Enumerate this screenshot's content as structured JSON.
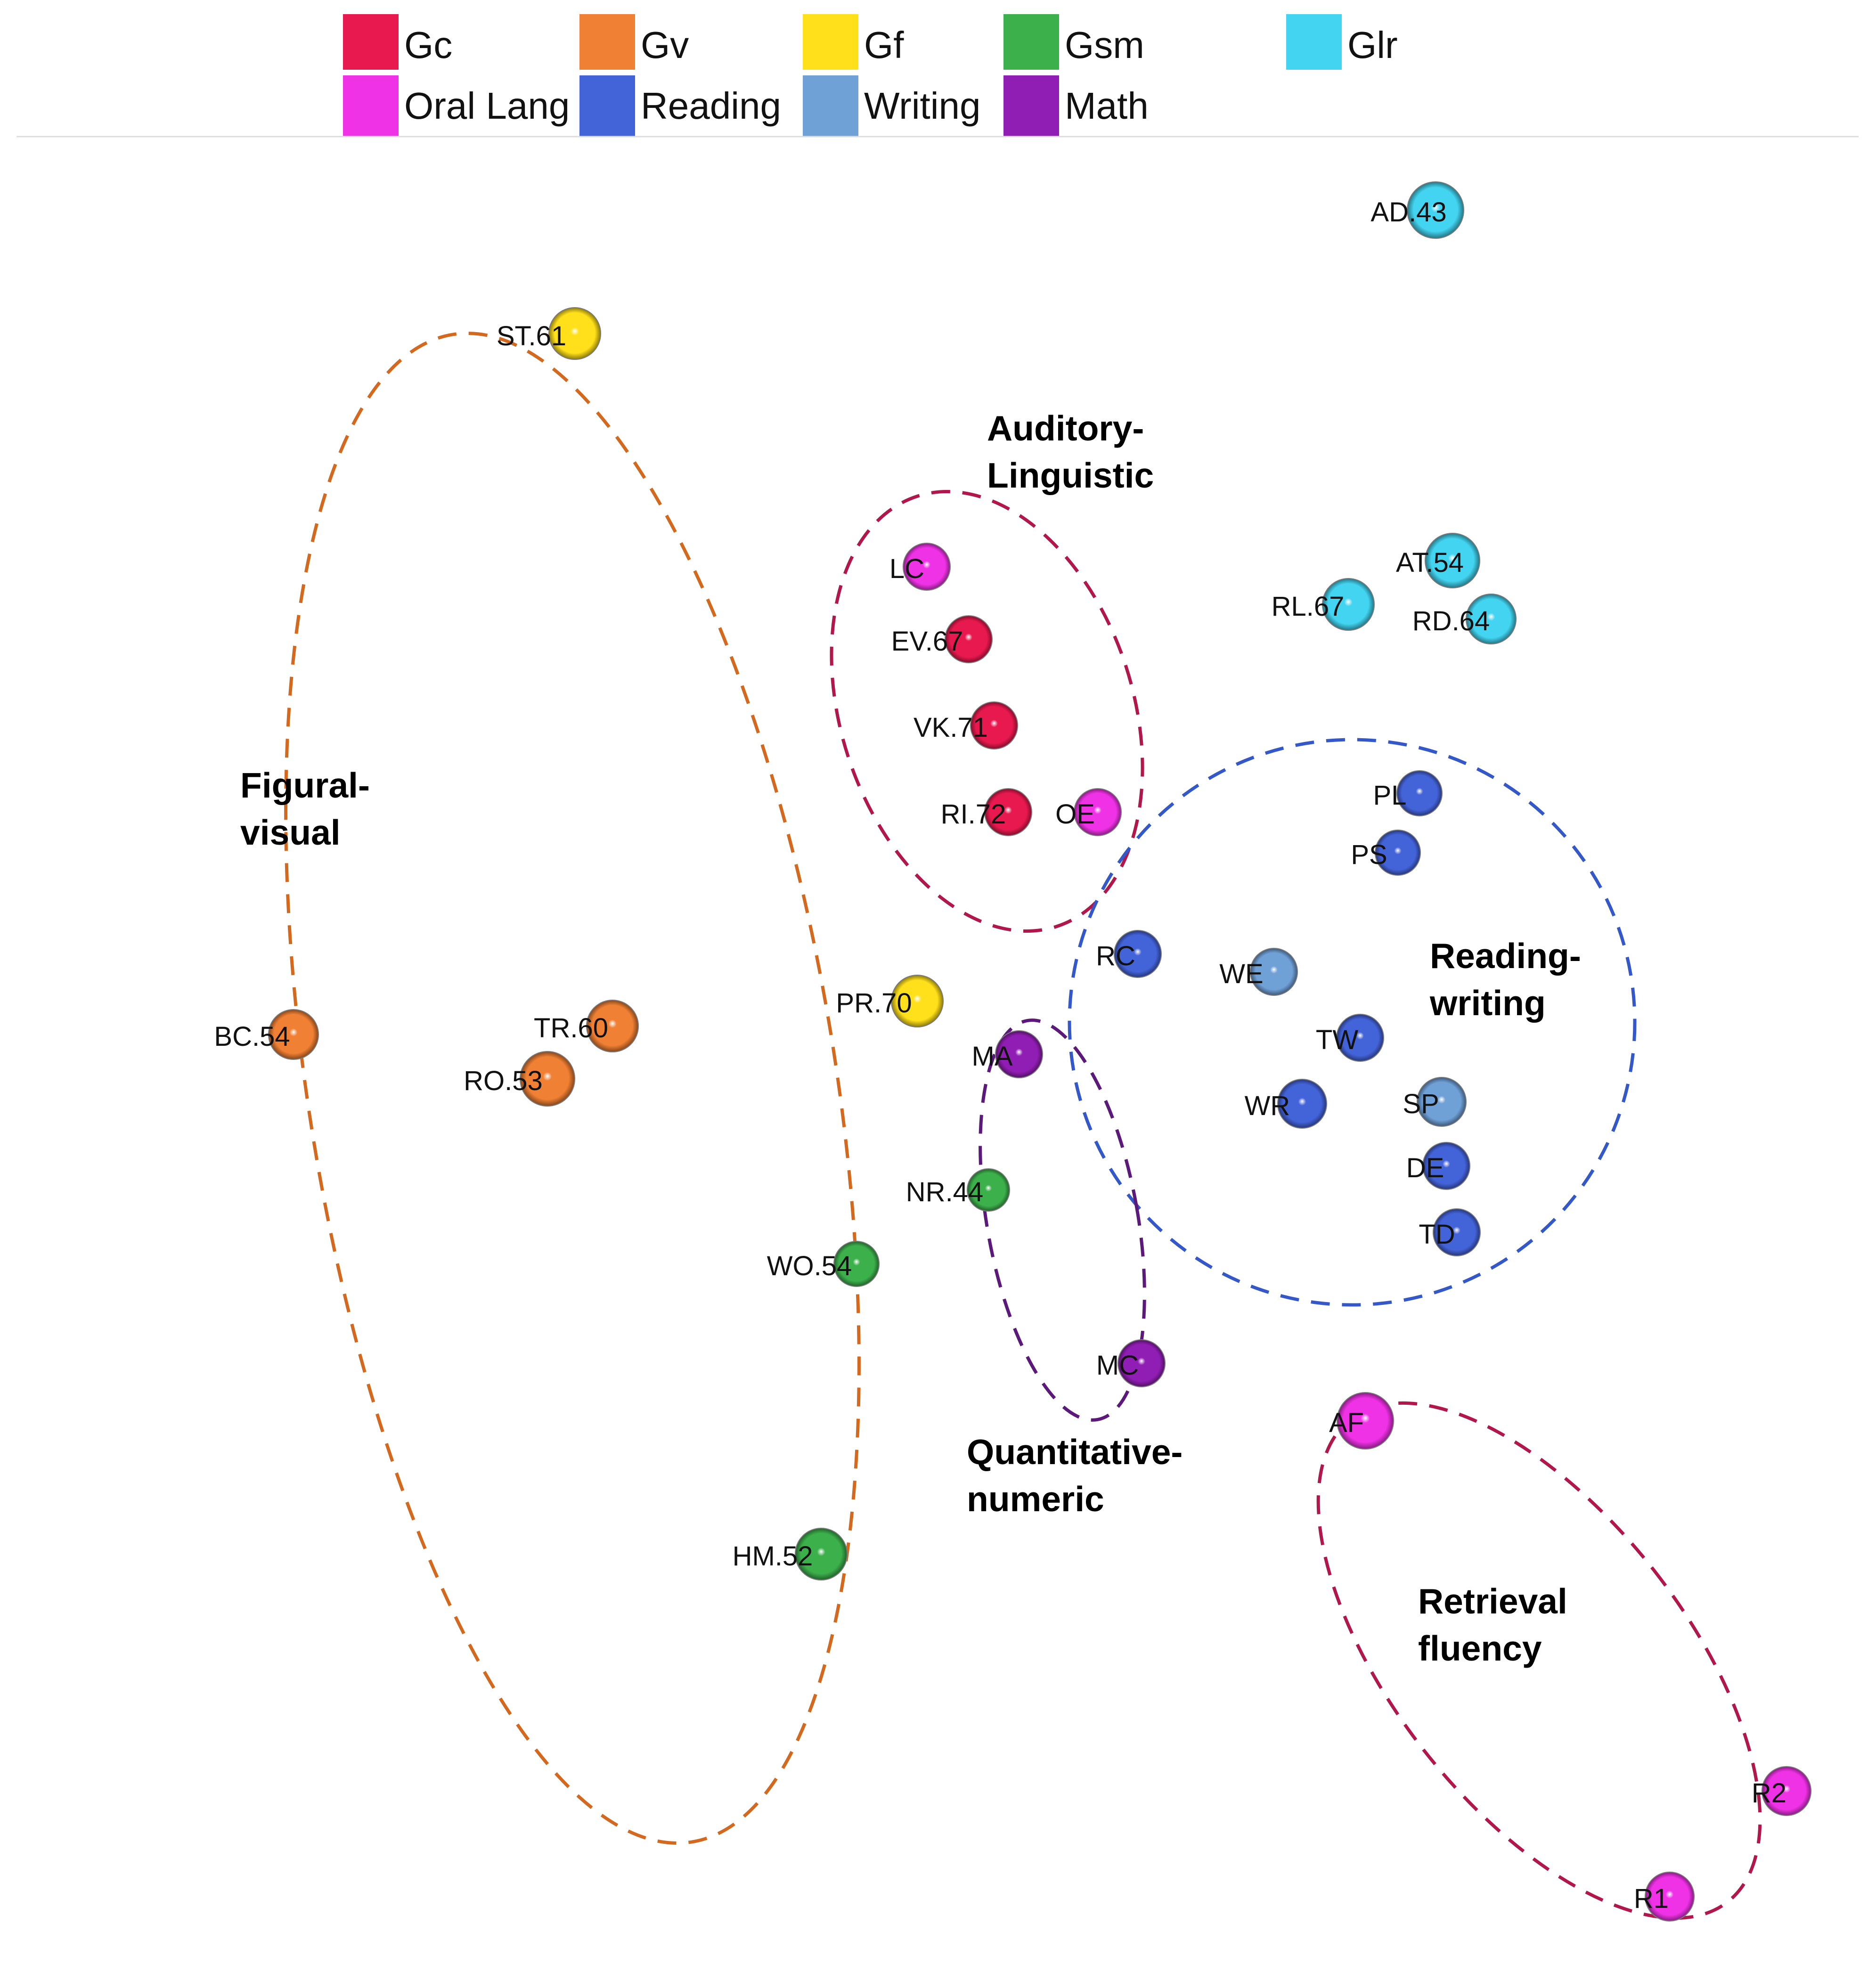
{
  "chart_data": {
    "type": "scatter",
    "legend": {
      "placement": "top",
      "items": [
        {
          "name": "Gc",
          "color": "#E8194F"
        },
        {
          "name": "Gv",
          "color": "#F08033"
        },
        {
          "name": "Gf",
          "color": "#FFE01A"
        },
        {
          "name": "Gsm",
          "color": "#3CB04B"
        },
        {
          "name": "Glr",
          "color": "#42D4F0"
        },
        {
          "name": "Oral Lang",
          "color": "#F032E6"
        },
        {
          "name": "Reading",
          "color": "#4363D8"
        },
        {
          "name": "Writing",
          "color": "#6FA0D6"
        },
        {
          "name": "Math",
          "color": "#911EB4"
        }
      ]
    },
    "axes": {
      "visible": false,
      "grid": false
    },
    "points": [
      {
        "label": "AD.43",
        "category": "Glr"
      },
      {
        "label": "ST.61",
        "category": "Gf"
      },
      {
        "label": "LC",
        "category": "Oral Lang"
      },
      {
        "label": "EV.67",
        "category": "Gc"
      },
      {
        "label": "VK.71",
        "category": "Gc"
      },
      {
        "label": "RI.72",
        "category": "Gc"
      },
      {
        "label": "OE",
        "category": "Oral Lang"
      },
      {
        "label": "AT.54",
        "category": "Glr"
      },
      {
        "label": "RL.67",
        "category": "Glr"
      },
      {
        "label": "RD.64",
        "category": "Glr"
      },
      {
        "label": "PL",
        "category": "Reading"
      },
      {
        "label": "PS",
        "category": "Reading"
      },
      {
        "label": "RC",
        "category": "Reading"
      },
      {
        "label": "WE",
        "category": "Writing"
      },
      {
        "label": "TW",
        "category": "Reading"
      },
      {
        "label": "WR",
        "category": "Reading"
      },
      {
        "label": "SP",
        "category": "Writing"
      },
      {
        "label": "DE",
        "category": "Reading"
      },
      {
        "label": "TD",
        "category": "Reading"
      },
      {
        "label": "PR.70",
        "category": "Gf"
      },
      {
        "label": "MA",
        "category": "Math"
      },
      {
        "label": "BC.54",
        "category": "Gv"
      },
      {
        "label": "TR.60",
        "category": "Gv"
      },
      {
        "label": "RO.53",
        "category": "Gv"
      },
      {
        "label": "NR.44",
        "category": "Gsm"
      },
      {
        "label": "WO.54",
        "category": "Gsm"
      },
      {
        "label": "MC",
        "category": "Math"
      },
      {
        "label": "HM.52",
        "category": "Gsm"
      },
      {
        "label": "AF",
        "category": "Oral Lang"
      },
      {
        "label": "R2",
        "category": "Oral Lang"
      },
      {
        "label": "R1",
        "category": "Oral Lang"
      }
    ],
    "clusters": [
      {
        "label_lines": [
          "Figural-",
          "visual"
        ],
        "color": "#D2691E"
      },
      {
        "label_lines": [
          "Auditory-",
          "Linguistic"
        ],
        "color": "#B0174A"
      },
      {
        "label_lines": [
          "Reading-",
          "writing"
        ],
        "color": "#3558C8"
      },
      {
        "label_lines": [
          "Quantitative-",
          "numeric"
        ],
        "color": "#5B1A7A"
      },
      {
        "label_lines": [
          "Retrieval",
          "fluency"
        ],
        "color": "#B0174A"
      }
    ]
  }
}
